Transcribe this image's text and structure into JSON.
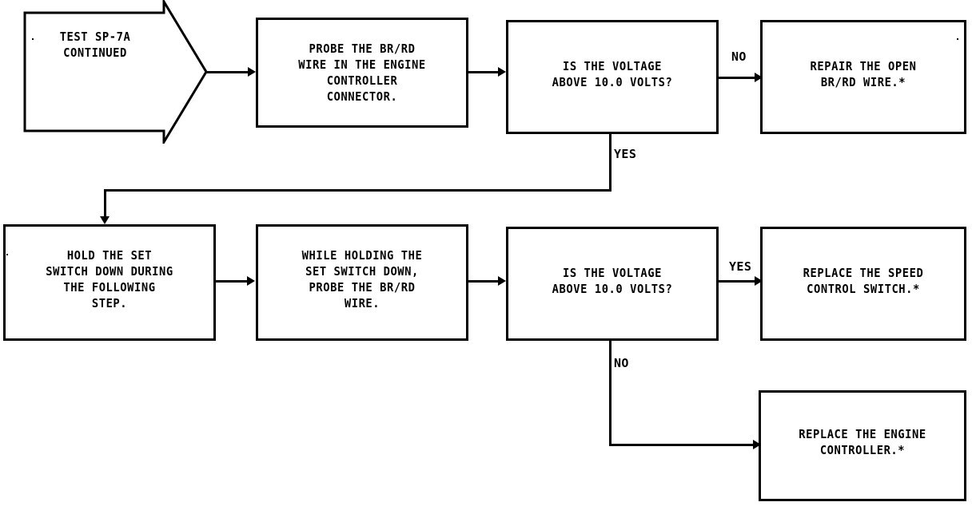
{
  "diagram": {
    "title": "TEST SP-7A CONTINUED",
    "type": "troubleshooting-flowchart",
    "nodes": [
      {
        "id": "start-banner",
        "shape": "pentagon-arrow",
        "text": "TEST SP-7A\nCONTINUED"
      },
      {
        "id": "probe-brrd-connector",
        "shape": "process",
        "text": "PROBE THE BR/RD\nWIRE IN THE ENGINE\nCONTROLLER\nCONNECTOR."
      },
      {
        "id": "decision-voltage-1",
        "shape": "process",
        "text": "IS THE VOLTAGE\nABOVE 10.0 VOLTS?"
      },
      {
        "id": "repair-open-wire",
        "shape": "process",
        "text": "REPAIR THE OPEN\nBR/RD WIRE.*"
      },
      {
        "id": "hold-set-switch",
        "shape": "process",
        "text": "HOLD THE SET\nSWITCH DOWN DURING\nTHE FOLLOWING\nSTEP."
      },
      {
        "id": "probe-brrd-wire",
        "shape": "process",
        "text": "WHILE HOLDING THE\nSET SWITCH DOWN,\nPROBE THE BR/RD\nWIRE."
      },
      {
        "id": "decision-voltage-2",
        "shape": "process",
        "text": "IS THE VOLTAGE\nABOVE 10.0 VOLTS?"
      },
      {
        "id": "replace-speed-control-switch",
        "shape": "process",
        "text": "REPLACE THE SPEED\nCONTROL SWITCH.*"
      },
      {
        "id": "replace-engine-controller",
        "shape": "process",
        "text": "REPLACE THE ENGINE\nCONTROLLER.*"
      }
    ],
    "edge_labels": {
      "no_top": "NO",
      "yes_top": "YES",
      "yes_bottom": "YES",
      "no_bottom": "NO"
    },
    "colors": {
      "stroke": "#000000",
      "fill": "#ffffff",
      "text": "#000000"
    }
  }
}
